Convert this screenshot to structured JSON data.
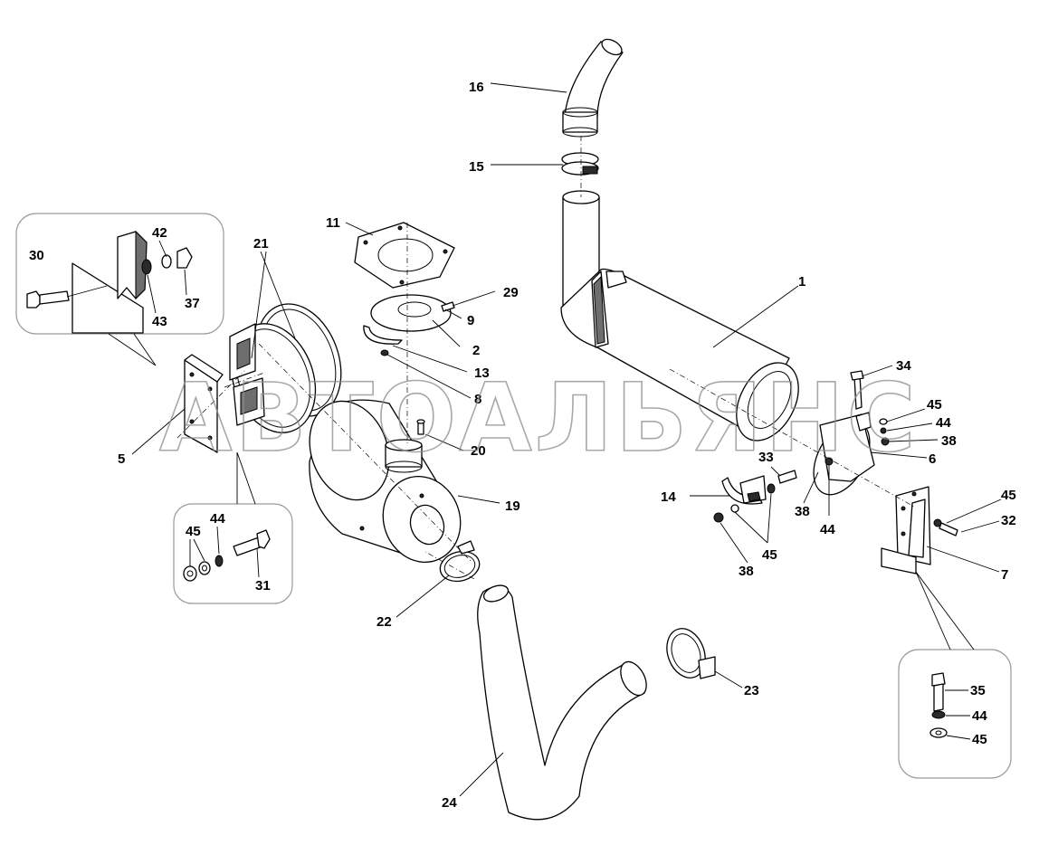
{
  "watermark": "АВТОАЛЬЯНС",
  "callouts": {
    "c1": "1",
    "c2": "2",
    "c5": "5",
    "c6": "6",
    "c7": "7",
    "c8": "8",
    "c9": "9",
    "c11": "11",
    "c13": "13",
    "c14": "14",
    "c15": "15",
    "c16": "16",
    "c19": "19",
    "c20": "20",
    "c21": "21",
    "c22": "22",
    "c23": "23",
    "c24": "24",
    "c29": "29",
    "c32": "32",
    "c33": "33",
    "c34": "34",
    "c38a": "38",
    "c38b": "38",
    "c38c": "38",
    "c44a": "44",
    "c44b": "44",
    "c45a": "45",
    "c45b": "45",
    "c45c": "45",
    "inset1_30": "30",
    "inset1_42": "42",
    "inset1_43": "43",
    "inset1_37": "37",
    "inset2_45": "45",
    "inset2_44": "44",
    "inset2_31": "31",
    "inset3_35": "35",
    "inset3_44": "44",
    "inset3_45": "45"
  }
}
